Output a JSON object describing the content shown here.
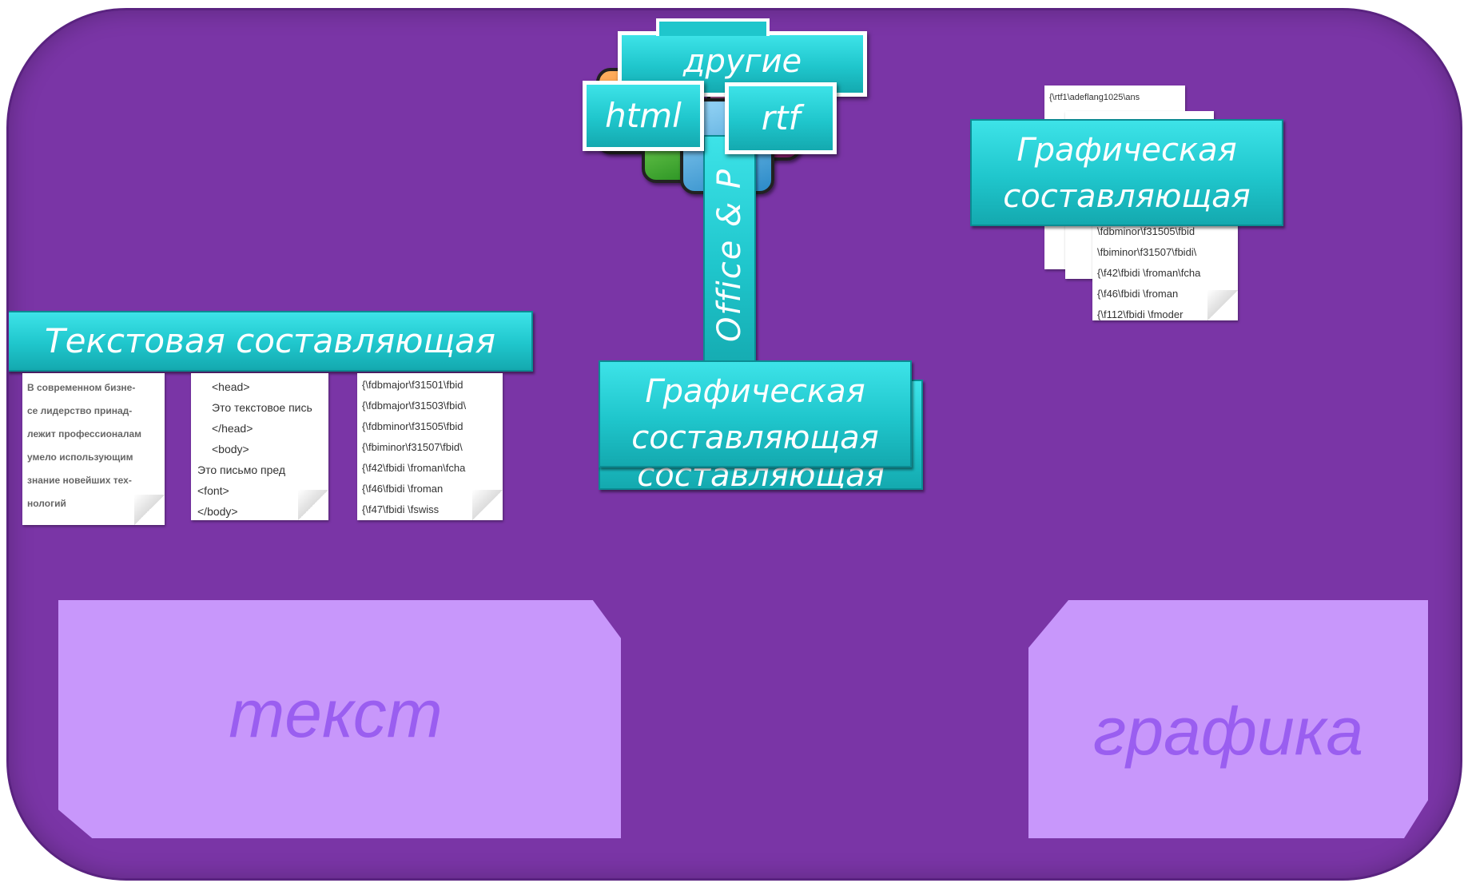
{
  "top_cluster": {
    "other_label": "другие",
    "html_label": "html",
    "rtf_label": "rtf",
    "vertical_label": "Office & P"
  },
  "text_component": {
    "label": "Текстовая составляющая",
    "doc1_lines": [
      "В современном бизне-",
      "се лидерство принад-",
      "лежит профессионалам",
      "умело использующим",
      "знание новейших тех-",
      "нологий"
    ],
    "doc2_lines": [
      "<head>",
      "Это текстовое пись",
      "</head>",
      "<body>",
      "Это письмо пред",
      "<font>",
      "</body>"
    ],
    "doc3_lines": [
      "{\\fdbmajor\\f31501\\fbid",
      "{\\fdbmajor\\f31503\\fbid\\",
      "{\\fdbminor\\f31505\\fbid",
      "{\\fbiminor\\f31507\\fbid\\",
      "{\\f42\\fbidi \\froman\\fcha",
      "{\\f46\\fbidi \\froman",
      "{\\f47\\fbidi \\fswiss"
    ]
  },
  "center_graphic": {
    "label_line1": "Графическая",
    "label_line2": "составляющая",
    "shadow_line": "составляющая"
  },
  "right_graphic": {
    "label_line1": "Графическая",
    "label_line2": "составляющая",
    "doc_top_line": "{\\rtf1\\adeflang1025\\ans",
    "doc_lines": [
      "\\fdbminor\\f31505\\fbid",
      "\\fbiminor\\f31507\\fbidi\\",
      "{\\f42\\fbidi \\froman\\fcha",
      "{\\f46\\fbidi \\froman",
      "{\\f112\\fbidi \\fmoder"
    ]
  },
  "panels": {
    "left_label": "текст",
    "right_label": "графика"
  },
  "colors": {
    "background": "#7a35a6",
    "teal": "#1fc6cc",
    "panel_fill": "#c897fb",
    "panel_text": "#9a5ef0"
  }
}
